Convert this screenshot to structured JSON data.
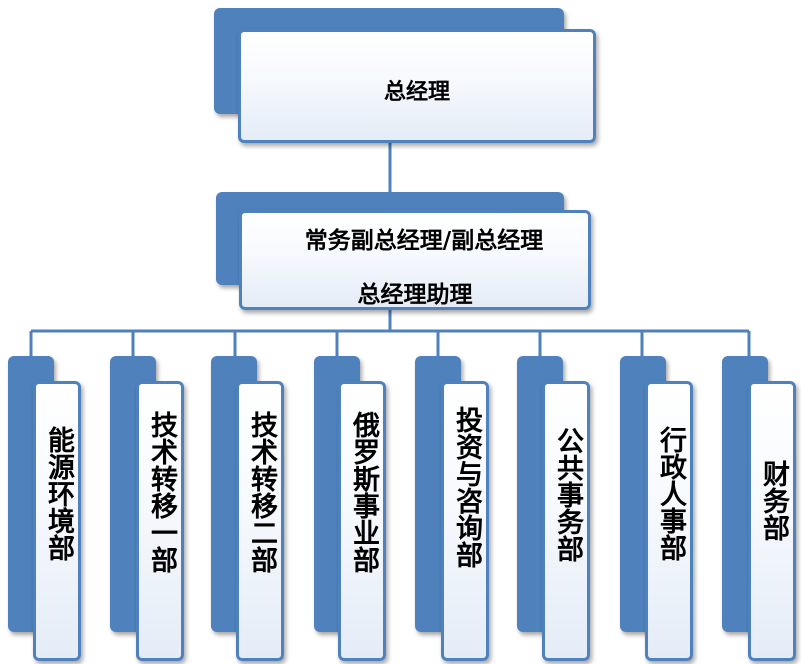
{
  "org_chart": {
    "top": {
      "title": "总经理"
    },
    "middle": {
      "line1": "常务副总经理/副总经理",
      "line2": "总经理助理"
    },
    "departments": [
      {
        "name": "能源环境部"
      },
      {
        "name": "技术转移一部"
      },
      {
        "name": "技术转移二部"
      },
      {
        "name": "俄罗斯事业部"
      },
      {
        "name": "投资与咨询部"
      },
      {
        "name": "公共事务部"
      },
      {
        "name": "行政人事部"
      },
      {
        "name": "财务部"
      }
    ]
  },
  "colors": {
    "accent": "#4f81bd",
    "box_fill": "#eef3fa",
    "text": "#000000"
  }
}
